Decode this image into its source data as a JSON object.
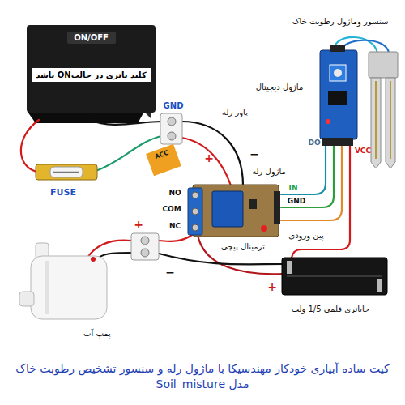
{
  "diagram": {
    "caption": "کیت ساده آبیاری خودکار مهندسیکا با ماژول رله و سنسور تشخیص رطوبت خاک مدل Soil_misture",
    "nodes": [
      {
        "text": [
          "ON/OFF",
          "کلید باتری در حالتON باشد"
        ]
      },
      {
        "text": [
          "ACC"
        ]
      }
    ],
    "labels": [
      "GND",
      "FUSE",
      "+",
      "−",
      "پاور رله",
      "ماژول رله",
      "NO",
      "COM",
      "NC",
      "IN",
      "GND",
      "ترمینال پیچی",
      "پین ورودی",
      "DO",
      "VCC",
      "ماژول دیجیتال",
      "سنسور وماژول رطوبت خاک",
      "+",
      "−",
      "پمپ آب",
      "+",
      "جاباتری قلمی 1/5 ولت"
    ]
  }
}
